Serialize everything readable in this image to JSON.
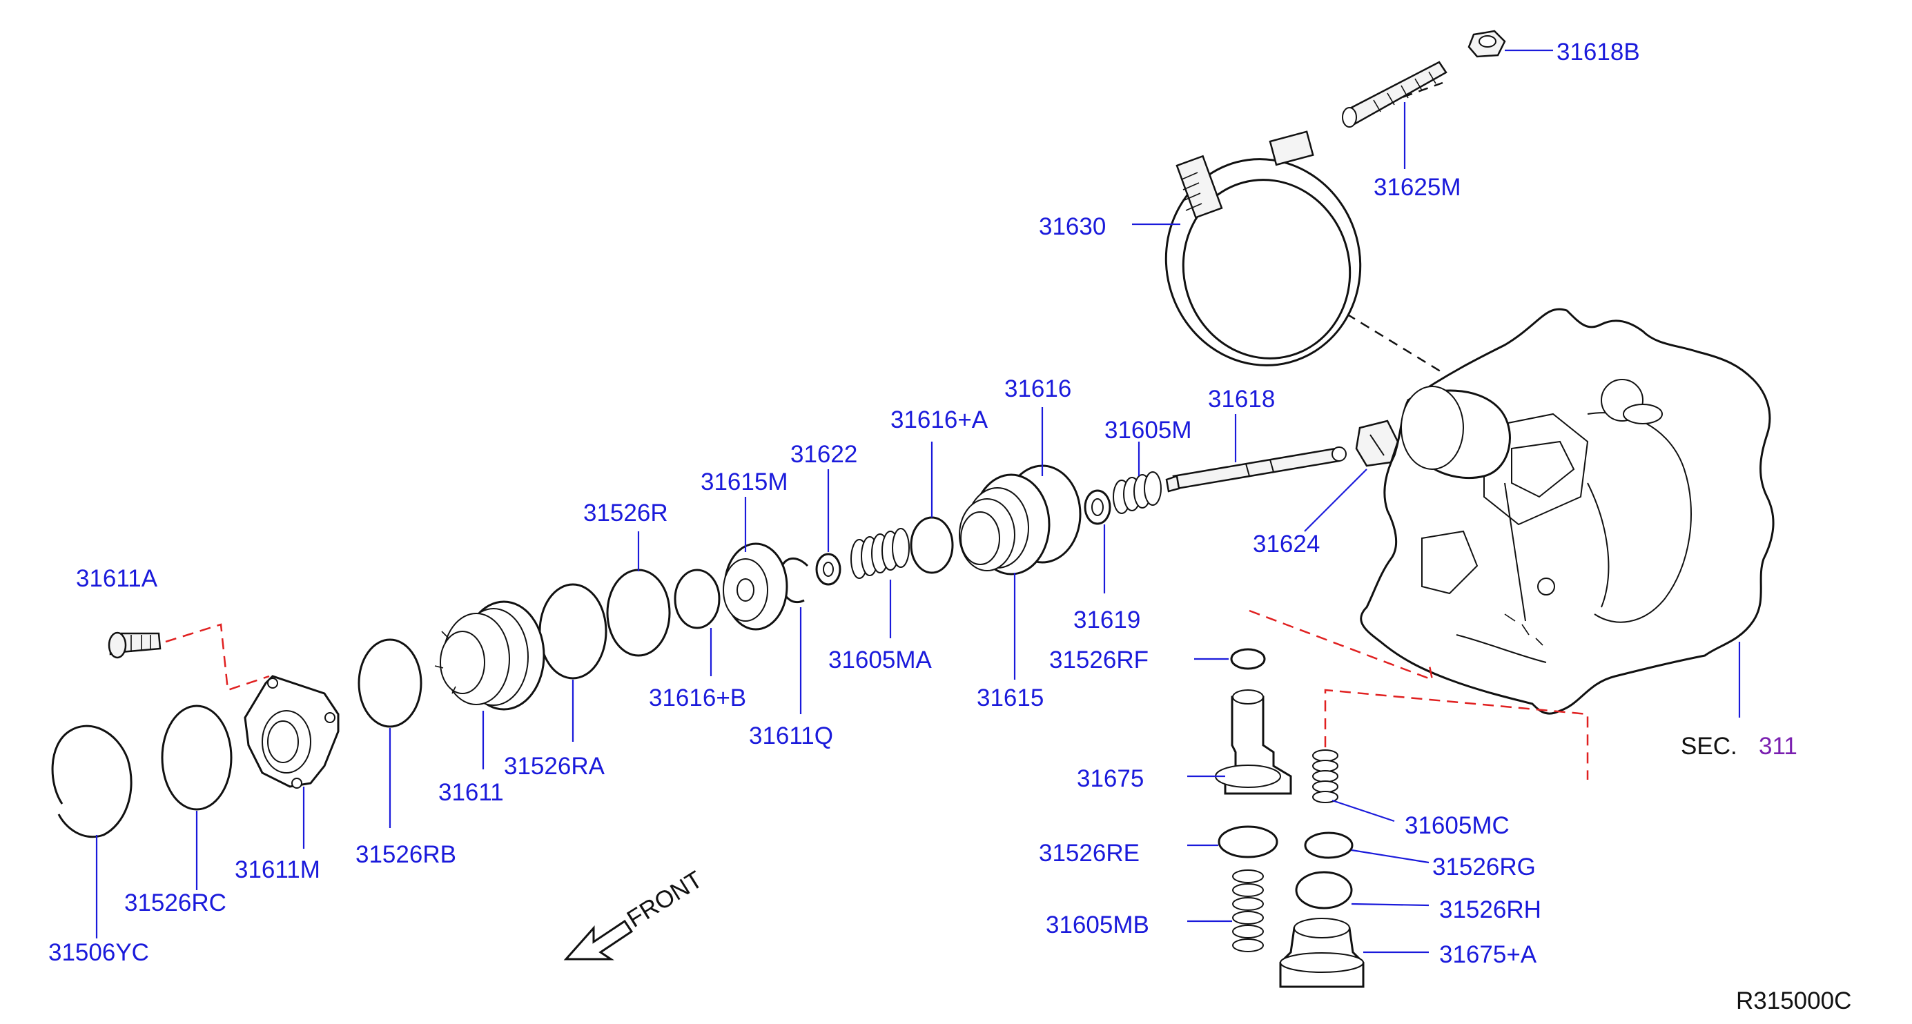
{
  "labels": {
    "p31618B": "31618B",
    "p31625M": "31625M",
    "p31630": "31630",
    "p31616": "31616",
    "p31618": "31618",
    "p31616A": "31616+A",
    "p31605M": "31605M",
    "p31622": "31622",
    "p31615M": "31615M",
    "p31526R": "31526R",
    "p31624": "31624",
    "p31611A": "31611A",
    "p31619": "31619",
    "p31605MA": "31605MA",
    "p31615": "31615",
    "p31526RF": "31526RF",
    "p31616B": "31616+B",
    "p31611Q": "31611Q",
    "p31526RA": "31526RA",
    "p31611": "31611",
    "p31675": "31675",
    "p31605MC": "31605MC",
    "p31526RB": "31526RB",
    "p31526RE": "31526RE",
    "p31526RG": "31526RG",
    "p31611M": "31611M",
    "p31526RC": "31526RC",
    "p31526RH": "31526RH",
    "p31605MB": "31605MB",
    "p31675A": "31675+A",
    "p31506YC": "31506YC"
  },
  "section_ref": {
    "prefix": "SEC.",
    "number": "311"
  },
  "direction_label": "FRONT",
  "figure_code": "R315000C",
  "colors": {
    "label": "#1a1adb",
    "section_number": "#7a1fb0",
    "connector_dash": "#e02020",
    "outline": "#111111"
  }
}
